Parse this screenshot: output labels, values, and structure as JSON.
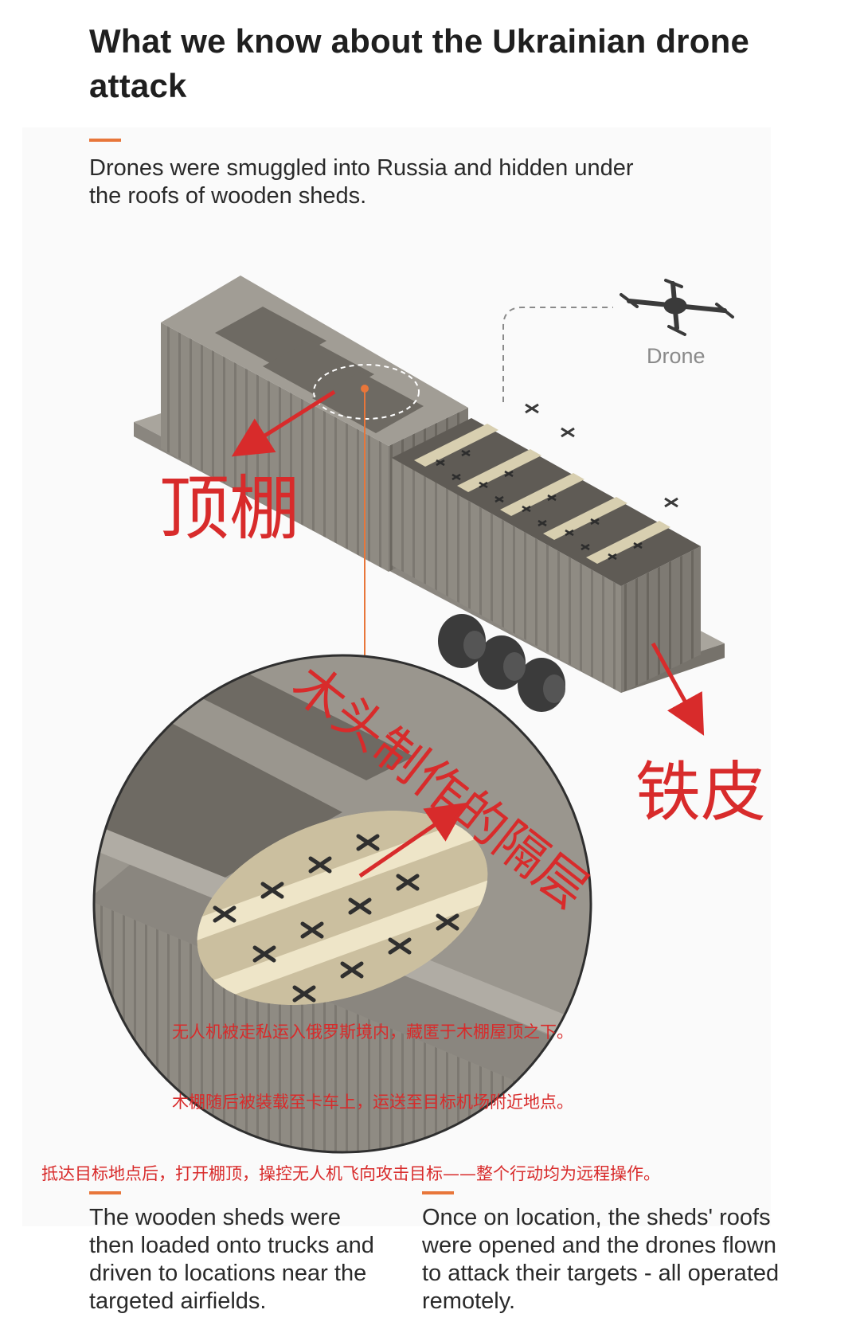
{
  "header": {
    "title": "What we know about the Ukrainian drone attack"
  },
  "captions": {
    "step1": "Drones were smuggled into Russia and hidden under the roofs of wooden sheds.",
    "step2": "The wooden sheds were then loaded onto trucks and driven to locations near the targeted airfields.",
    "step3": "Once on location, the sheds' roofs were opened and the drones flown to attack their targets - all operated remotely."
  },
  "labels": {
    "drone": "Drone"
  },
  "annotations": {
    "roof": "顶棚",
    "iron_sheet": "铁皮",
    "wooden_layer": "木头制作的隔层",
    "zh_step1": "无人机被走私运入俄罗斯境内，藏匿于木棚屋顶之下。",
    "zh_step2": "木棚随后被装载至卡车上，运送至目标机场附近地点。",
    "zh_step3": "抵达目标地点后，打开棚顶，操控无人机飞向攻击目标——整个行动均为远程操作。"
  },
  "colors": {
    "accent": "#e8763a",
    "annotation_red": "#d82b2b",
    "shed_gray": "#8f8b83",
    "shed_dark": "#6e6a63",
    "wood_beige": "#d8cfb0"
  }
}
